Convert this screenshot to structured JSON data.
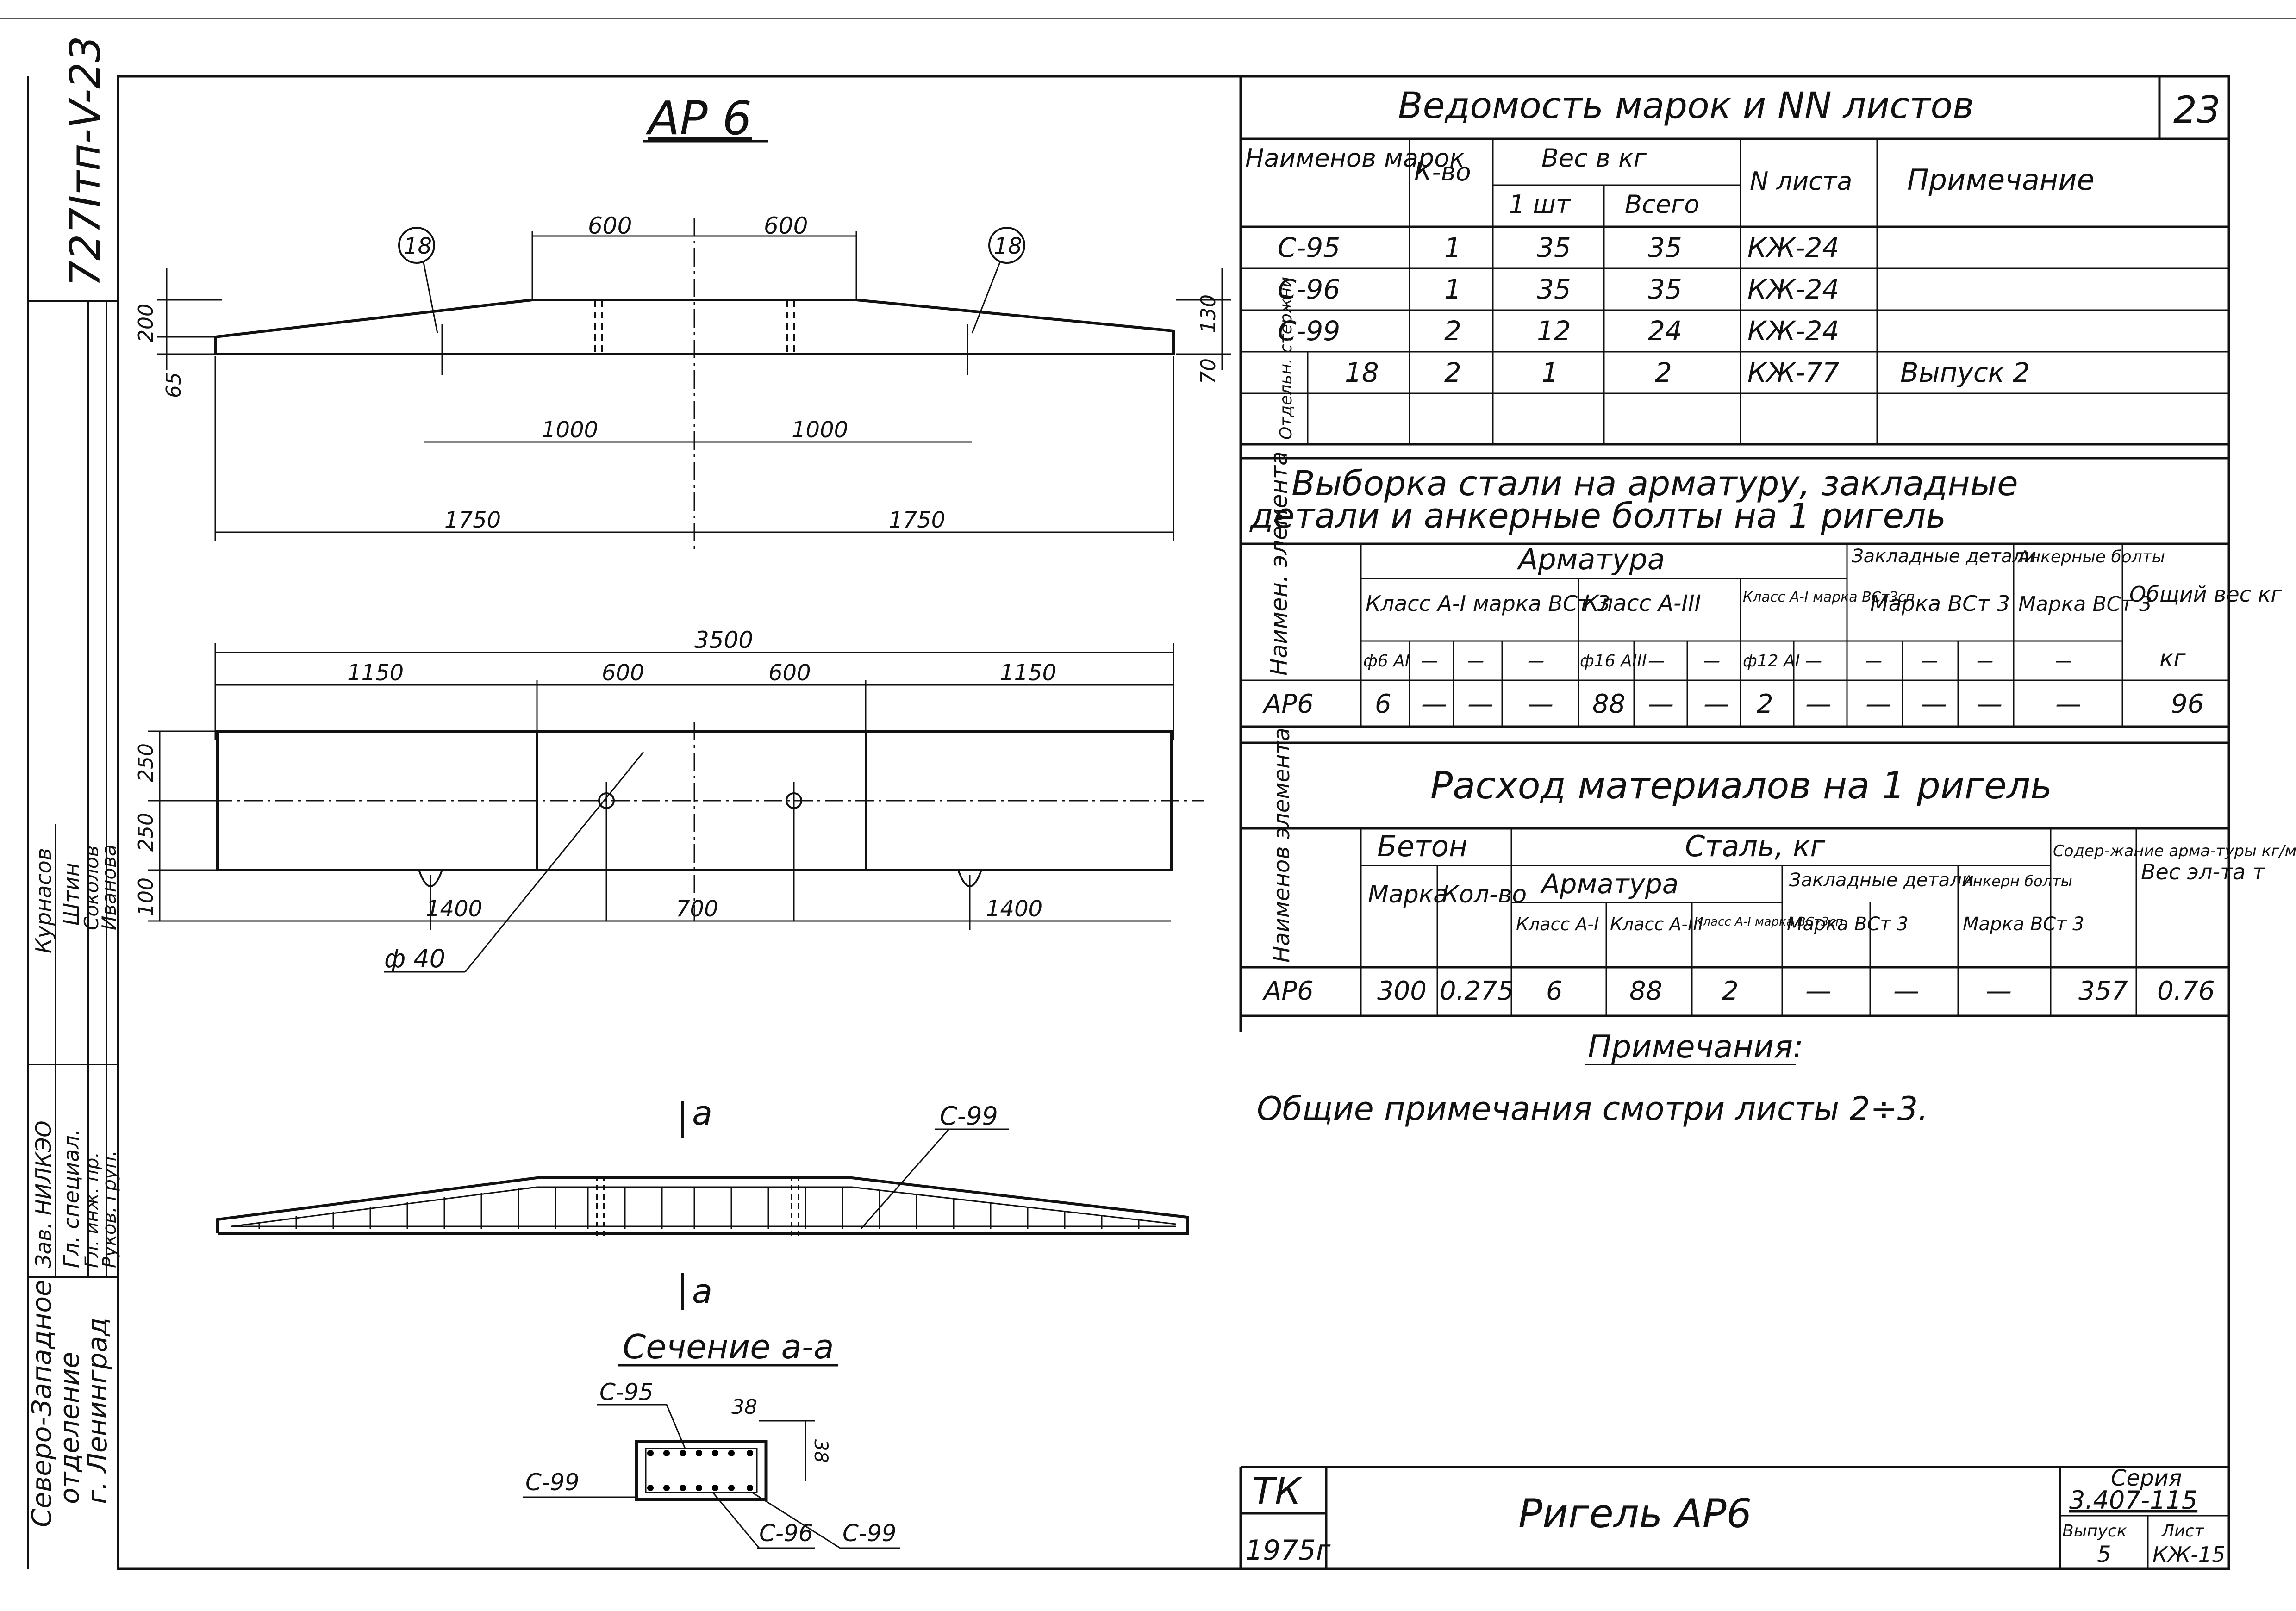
{
  "side_stamp": {
    "doc_code": "727Ітп-V-23",
    "org_line1": "Северо-Западное",
    "org_line2": "отделение",
    "org_line3": "г. Ленинград",
    "roles": [
      "Зав. НИЛКЭО",
      "Гл. специал.",
      "Гл. инж. пр.",
      "Руков. груп."
    ],
    "names": [
      "Курнасов",
      "Штин",
      "Соколов",
      "Иванова"
    ]
  },
  "views": {
    "ap6_title": "АР 6",
    "ap6_dims_top": [
      "600",
      "600"
    ],
    "ap6_dims_mid": [
      "1000",
      "1000"
    ],
    "ap6_dims_bottom": [
      "1750",
      "1750"
    ],
    "ap6_left_heights": [
      "200",
      "65"
    ],
    "ap6_right_heights": [
      "130",
      "70"
    ],
    "ap6_callouts": [
      "18",
      "18"
    ],
    "plan_total": "3500",
    "plan_dims": [
      "1150",
      "600",
      "600",
      "1150"
    ],
    "plan_bottom_dims": [
      "1400",
      "700",
      "1400"
    ],
    "plan_left_dims": [
      "250",
      "250",
      "100"
    ],
    "hole_label": "ф 40",
    "section_mark_top": "а",
    "section_mark_bottom": "а",
    "elevation_label": "С-99",
    "section_title": "Сечение а-а",
    "section_labels": [
      "С-95",
      "С-99",
      "С-96",
      "С-99"
    ],
    "section_dims": [
      "38",
      "38"
    ]
  },
  "table1": {
    "title": "Ведомость марок и NN листов",
    "sheet_no": "23",
    "headers": {
      "name": "Наименов марок",
      "count": "К-во",
      "weight": "Вес в кг",
      "one": "1 шт",
      "total": "Всего",
      "sheet": "N листа",
      "note": "Примечание"
    },
    "side_label": "Отдельн. стержни",
    "rows": [
      [
        "С-95",
        "1",
        "35",
        "35",
        "КЖ-24",
        ""
      ],
      [
        "С-96",
        "1",
        "35",
        "35",
        "КЖ-24",
        ""
      ],
      [
        "С-99",
        "2",
        "12",
        "24",
        "КЖ-24",
        ""
      ],
      [
        "18",
        "2",
        "1",
        "2",
        "КЖ-77",
        "Выпуск 2"
      ],
      [
        "",
        "",
        "",
        "",
        "",
        ""
      ]
    ]
  },
  "table2": {
    "title_line1": "Выборка стали на арматуру, закладные",
    "title_line2": "детали и анкерные болты на 1 ригель",
    "col_name": "Наимен. элемента",
    "group_arm": "Арматура",
    "group_emb": "Закладные детали",
    "group_anc": "Анкерные болты",
    "sub1": "Класс А-І марка ВСт 3",
    "sub2": "Класс А-ІІІ",
    "sub3": "Класс А-І марка ВСт3сп",
    "sub4": "Марка ВСт 3",
    "sub5": "Марка ВСт 3",
    "col_total": "Общий вес кг",
    "diam_row": [
      "ф6 АІ",
      "—",
      "—",
      "—",
      "ф16 АІІІ",
      "—",
      "—",
      "ф12 АІ",
      "—",
      "—",
      "—",
      "—",
      "—",
      "кг"
    ],
    "data_row": [
      "АР6",
      "6",
      "—",
      "—",
      "—",
      "88",
      "—",
      "—",
      "2",
      "—",
      "—",
      "—",
      "—",
      "—",
      "96"
    ]
  },
  "table3": {
    "title": "Расход материалов на 1 ригель",
    "col_name": "Наименов элемента",
    "beton": "Бетон",
    "mark": "Марка",
    "volume": "Кол-во",
    "steel": "Сталь, кг",
    "arm": "Арматура",
    "class1": "Класс А-І",
    "class3": "Класс А-ІІІ",
    "class1sp": "Класс А-І марка ВСт3сп",
    "emb": "Закладные детали",
    "emb_mark": "Марка ВСт 3",
    "anc": "Анкерн болты",
    "anc_mark": "Марка ВСт 3",
    "content": "Содер-жание арма-туры кг/м³",
    "weight": "Вес эл-та т",
    "row": [
      "АР6",
      "300",
      "0.275",
      "6",
      "88",
      "2",
      "—",
      "—",
      "—",
      "357",
      "0.76"
    ]
  },
  "notes": {
    "heading": "Примечания:",
    "text": "Общие примечания смотри листы 2÷3."
  },
  "title_block": {
    "tk": "ТК",
    "year": "1975г",
    "name": "Ригель АР6",
    "series_label": "Серия",
    "series": "3.407-115",
    "issue_label": "Выпуск",
    "issue": "5",
    "sheet_label": "Лист",
    "sheet": "КЖ-15"
  }
}
